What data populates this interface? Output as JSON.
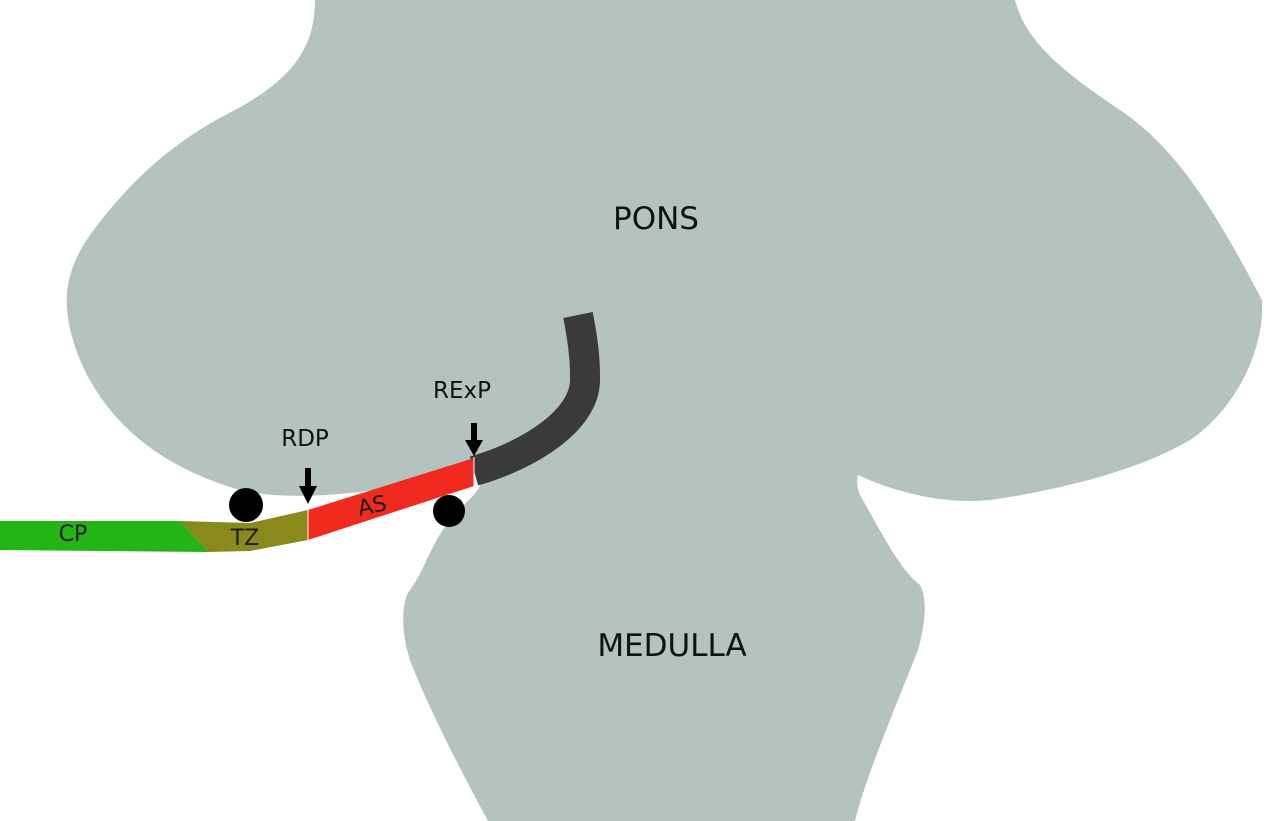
{
  "diagram": {
    "labels": {
      "pons": "PONS",
      "medulla": "MEDULLA",
      "rdp": "RDP",
      "rexp": "RExP",
      "cp": "CP",
      "tz": "TZ",
      "as": "AS"
    },
    "colors": {
      "background": "#ffffff",
      "brainstem": "#b4c2c0",
      "cp_segment": "#23b416",
      "tz_segment": "#8a8a1c",
      "as_segment": "#f02a1e",
      "root_entry_segment": "#3a3a3a",
      "markers": "#000000"
    }
  }
}
